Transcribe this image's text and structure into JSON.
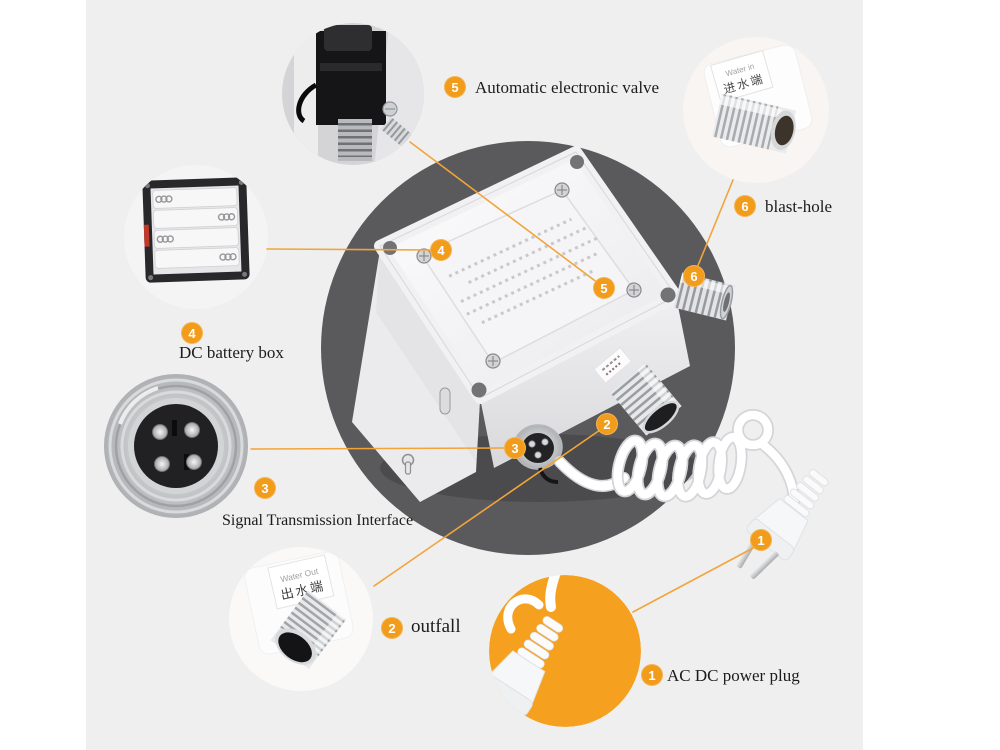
{
  "diagram": {
    "description": "Annotated parts diagram of an automatic electronic valve control box",
    "callouts": [
      {
        "num": "1",
        "label": "AC DC power plug"
      },
      {
        "num": "2",
        "label": "outfall"
      },
      {
        "num": "3",
        "label": "Signal Transmission Interface"
      },
      {
        "num": "4",
        "label": "DC battery box"
      },
      {
        "num": "5",
        "label": "Automatic electronic valve"
      },
      {
        "num": "6",
        "label": "blast-hole"
      }
    ],
    "stickers": {
      "water_in_en": "Water in",
      "water_in_cn": "进水端",
      "water_out_en": "Water Out",
      "water_out_cn": "出水端"
    },
    "colors": {
      "accent": "#f19c1a",
      "leader_line": "#f2a43b",
      "dark_circle": "#5a5a5c",
      "band": "#efeff0",
      "page": "#ffffff"
    }
  }
}
